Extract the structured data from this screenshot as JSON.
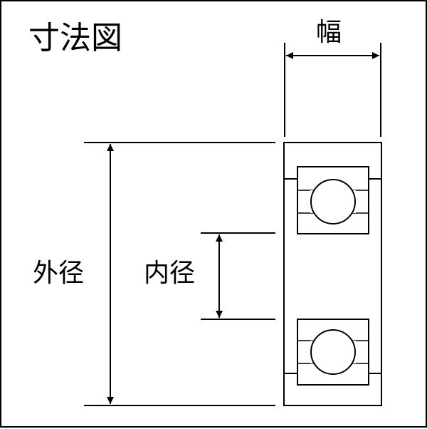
{
  "diagram": {
    "title": "寸法図",
    "labels": {
      "width": "幅",
      "outer_diameter": "外径",
      "inner_diameter": "内径"
    },
    "colors": {
      "line": "#000000",
      "background": "#ffffff"
    }
  }
}
